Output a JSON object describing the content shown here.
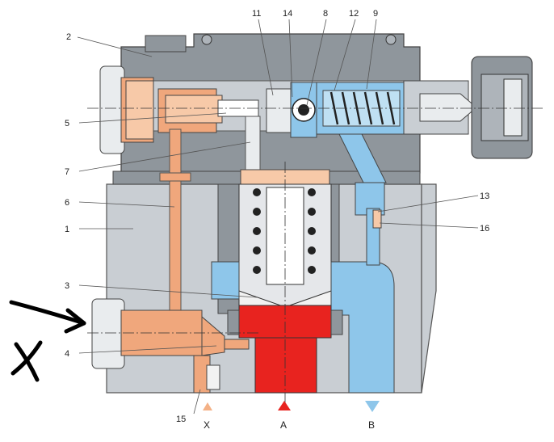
{
  "callouts": [
    {
      "id": "2",
      "text": "2"
    },
    {
      "id": "11",
      "text": "11"
    },
    {
      "id": "14",
      "text": "14"
    },
    {
      "id": "8",
      "text": "8"
    },
    {
      "id": "12",
      "text": "12"
    },
    {
      "id": "9",
      "text": "9"
    },
    {
      "id": "5",
      "text": "5"
    },
    {
      "id": "7",
      "text": "7"
    },
    {
      "id": "6",
      "text": "6"
    },
    {
      "id": "1",
      "text": "1"
    },
    {
      "id": "3",
      "text": "3"
    },
    {
      "id": "4",
      "text": "4"
    },
    {
      "id": "13",
      "text": "13"
    },
    {
      "id": "16",
      "text": "16"
    },
    {
      "id": "15",
      "text": "15"
    }
  ],
  "ports": [
    {
      "id": "X",
      "label": "X",
      "color": "#f4b186"
    },
    {
      "id": "A",
      "label": "A",
      "color": "#e8231f"
    },
    {
      "id": "B",
      "label": "B",
      "color": "#8ec6ea"
    }
  ],
  "colors": {
    "housing_dark": "#8f969c",
    "housing_light": "#c9ced3",
    "housing_mid": "#aeb4ba",
    "pilot_orange": "#f0a77c",
    "pressure_red": "#e8231f",
    "tank_blue": "#8ec6ea",
    "spool_white": "#f2f2f2"
  },
  "annotation": {
    "handwritten_mark": "X",
    "arrow": "arrow-pointing-to-port-X-plug"
  }
}
